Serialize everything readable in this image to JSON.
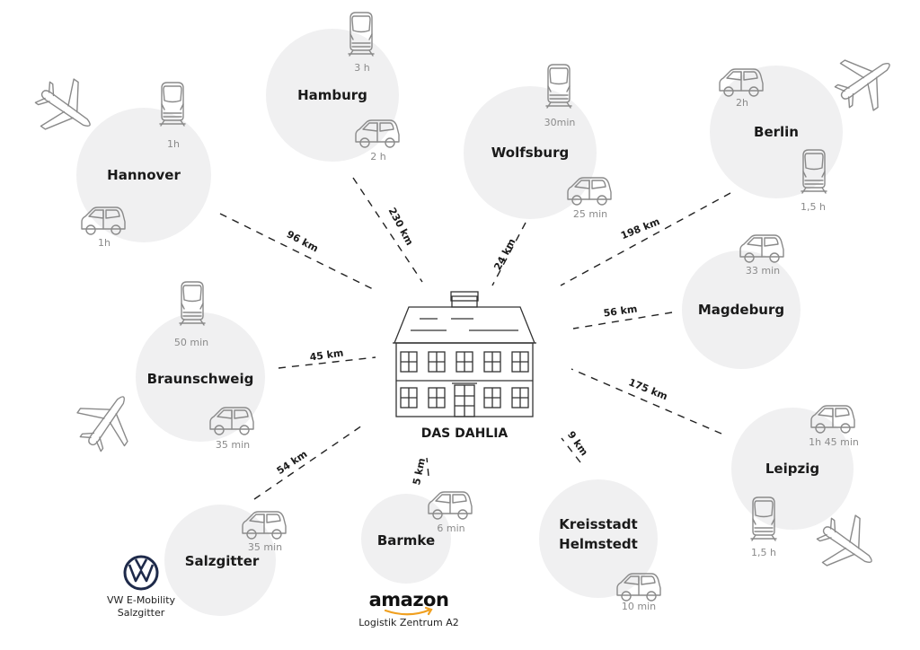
{
  "center": {
    "name": "DAS DAHLIA",
    "icon": "house-icon"
  },
  "cities": [
    {
      "id": "hannover",
      "name": "Hannover",
      "distance": "96 km",
      "transports": [
        {
          "mode": "train",
          "time": "1h"
        },
        {
          "mode": "car",
          "time": "1h"
        }
      ],
      "airport": true
    },
    {
      "id": "hamburg",
      "name": "Hamburg",
      "distance": "230 km",
      "transports": [
        {
          "mode": "train",
          "time": "3 h"
        },
        {
          "mode": "car",
          "time": "2 h"
        }
      ],
      "airport": false
    },
    {
      "id": "wolfsburg",
      "name": "Wolfsburg",
      "distance": "24 km",
      "transports": [
        {
          "mode": "train",
          "time": "30min"
        },
        {
          "mode": "car",
          "time": "25 min"
        }
      ],
      "airport": false
    },
    {
      "id": "berlin",
      "name": "Berlin",
      "distance": "198 km",
      "transports": [
        {
          "mode": "car",
          "time": "2h"
        },
        {
          "mode": "train",
          "time": "1,5 h"
        }
      ],
      "airport": true
    },
    {
      "id": "magdeburg",
      "name": "Magdeburg",
      "distance": "56 km",
      "transports": [
        {
          "mode": "car",
          "time": "33 min"
        }
      ],
      "airport": false
    },
    {
      "id": "leipzig",
      "name": "Leipzig",
      "distance": "175 km",
      "transports": [
        {
          "mode": "car",
          "time": "1h 45 min"
        },
        {
          "mode": "train",
          "time": "1,5 h"
        }
      ],
      "airport": true
    },
    {
      "id": "helmstedt",
      "name": [
        "Kreisstadt",
        "Helmstedt"
      ],
      "distance": "9 km",
      "transports": [
        {
          "mode": "car",
          "time": "10 min"
        }
      ],
      "airport": false
    },
    {
      "id": "barmke",
      "name": "Barmke",
      "distance": "5 km",
      "transports": [
        {
          "mode": "car",
          "time": "6 min"
        }
      ],
      "airport": false
    },
    {
      "id": "salzgitter",
      "name": "Salzgitter",
      "distance": "54 km",
      "transports": [
        {
          "mode": "car",
          "time": "35 min"
        }
      ],
      "airport": false
    },
    {
      "id": "braunschweig",
      "name": "Braunschweig",
      "distance": "45 km",
      "transports": [
        {
          "mode": "train",
          "time": "50 min"
        },
        {
          "mode": "car",
          "time": "35 min"
        }
      ],
      "airport": true
    }
  ],
  "partners": [
    {
      "id": "vw",
      "logo": "vw-logo",
      "label": [
        "VW E-Mobility",
        "Salzgitter"
      ],
      "color": "#1e2a4a"
    },
    {
      "id": "amazon",
      "logo": "amazon-logo",
      "wordmark": "amazon",
      "label": [
        "Logistik Zentrum A2"
      ],
      "arrow_color": "#f0a020"
    }
  ],
  "colors": {
    "circle": "#f0f0f1",
    "icon": "#8a8a8a",
    "text": "#1a1a1a",
    "time": "#8a8a8a"
  }
}
